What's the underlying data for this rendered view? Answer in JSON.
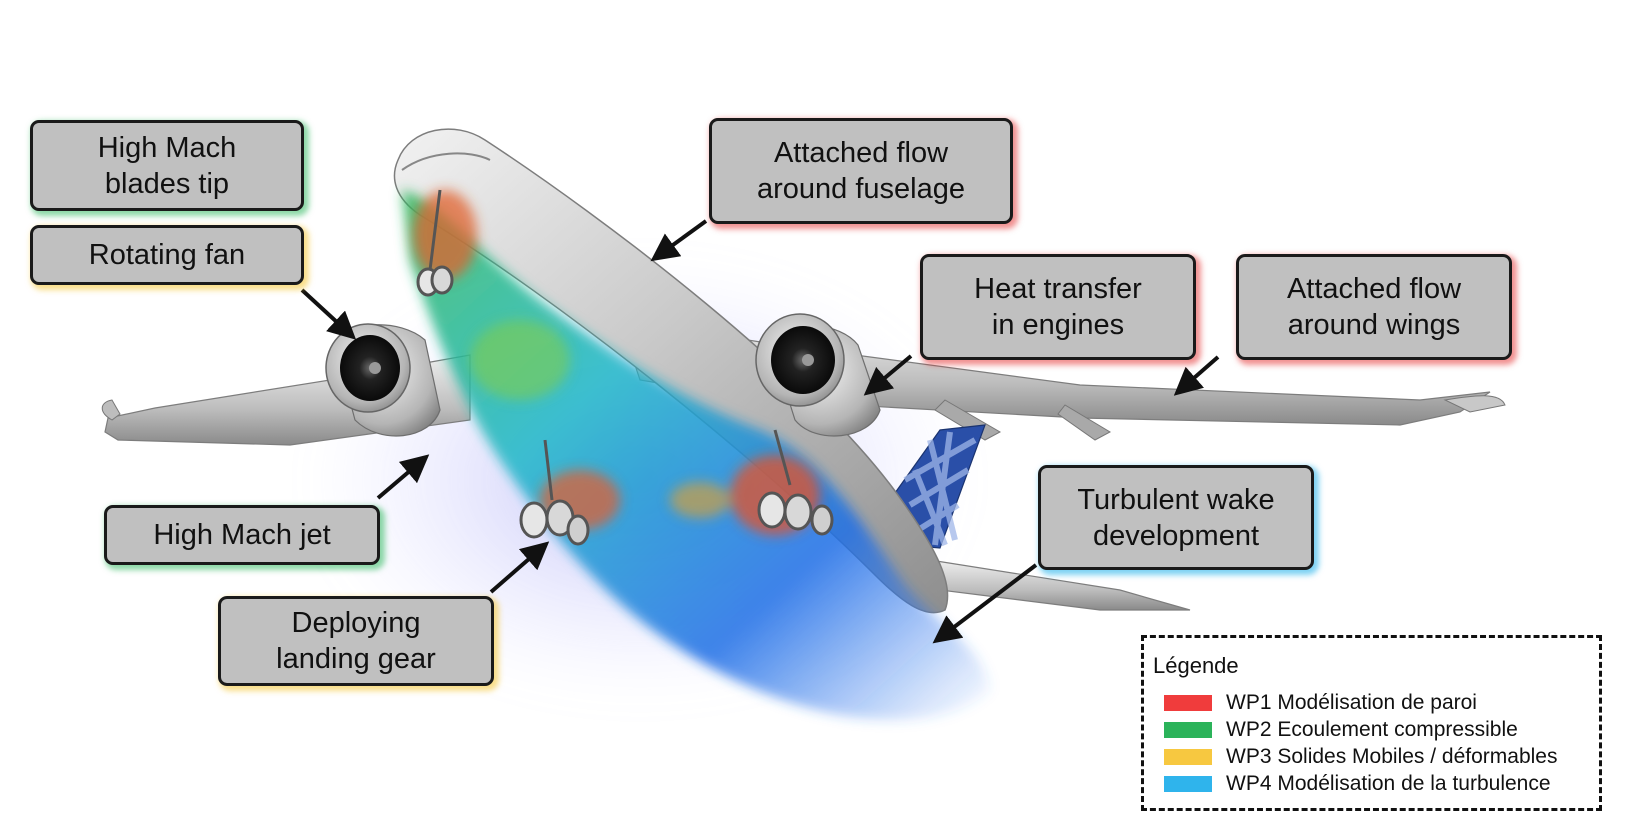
{
  "callouts": {
    "high_mach_blades_tip": [
      "High Mach",
      "blades tip"
    ],
    "rotating_fan": "Rotating fan",
    "high_mach_jet": "High Mach jet",
    "deploying_landing_gear": [
      "Deploying",
      "landing gear"
    ],
    "attached_flow_fuselage": [
      "Attached flow",
      "around fuselage"
    ],
    "heat_transfer_engines": [
      "Heat transfer",
      "in engines"
    ],
    "attached_flow_wings": [
      "Attached flow",
      "around wings"
    ],
    "turbulent_wake": [
      "Turbulent wake",
      "development"
    ]
  },
  "legend": {
    "title": "Légende",
    "items": [
      {
        "label": "WP1 Modélisation de paroi",
        "color": "#f03c3c"
      },
      {
        "label": "WP2 Ecoulement compressible",
        "color": "#2bb35a"
      },
      {
        "label": "WP3 Solides Mobiles / déformables",
        "color": "#f7c840"
      },
      {
        "label": "WP4 Modélisation de la turbulence",
        "color": "#2fb4ec"
      }
    ]
  }
}
